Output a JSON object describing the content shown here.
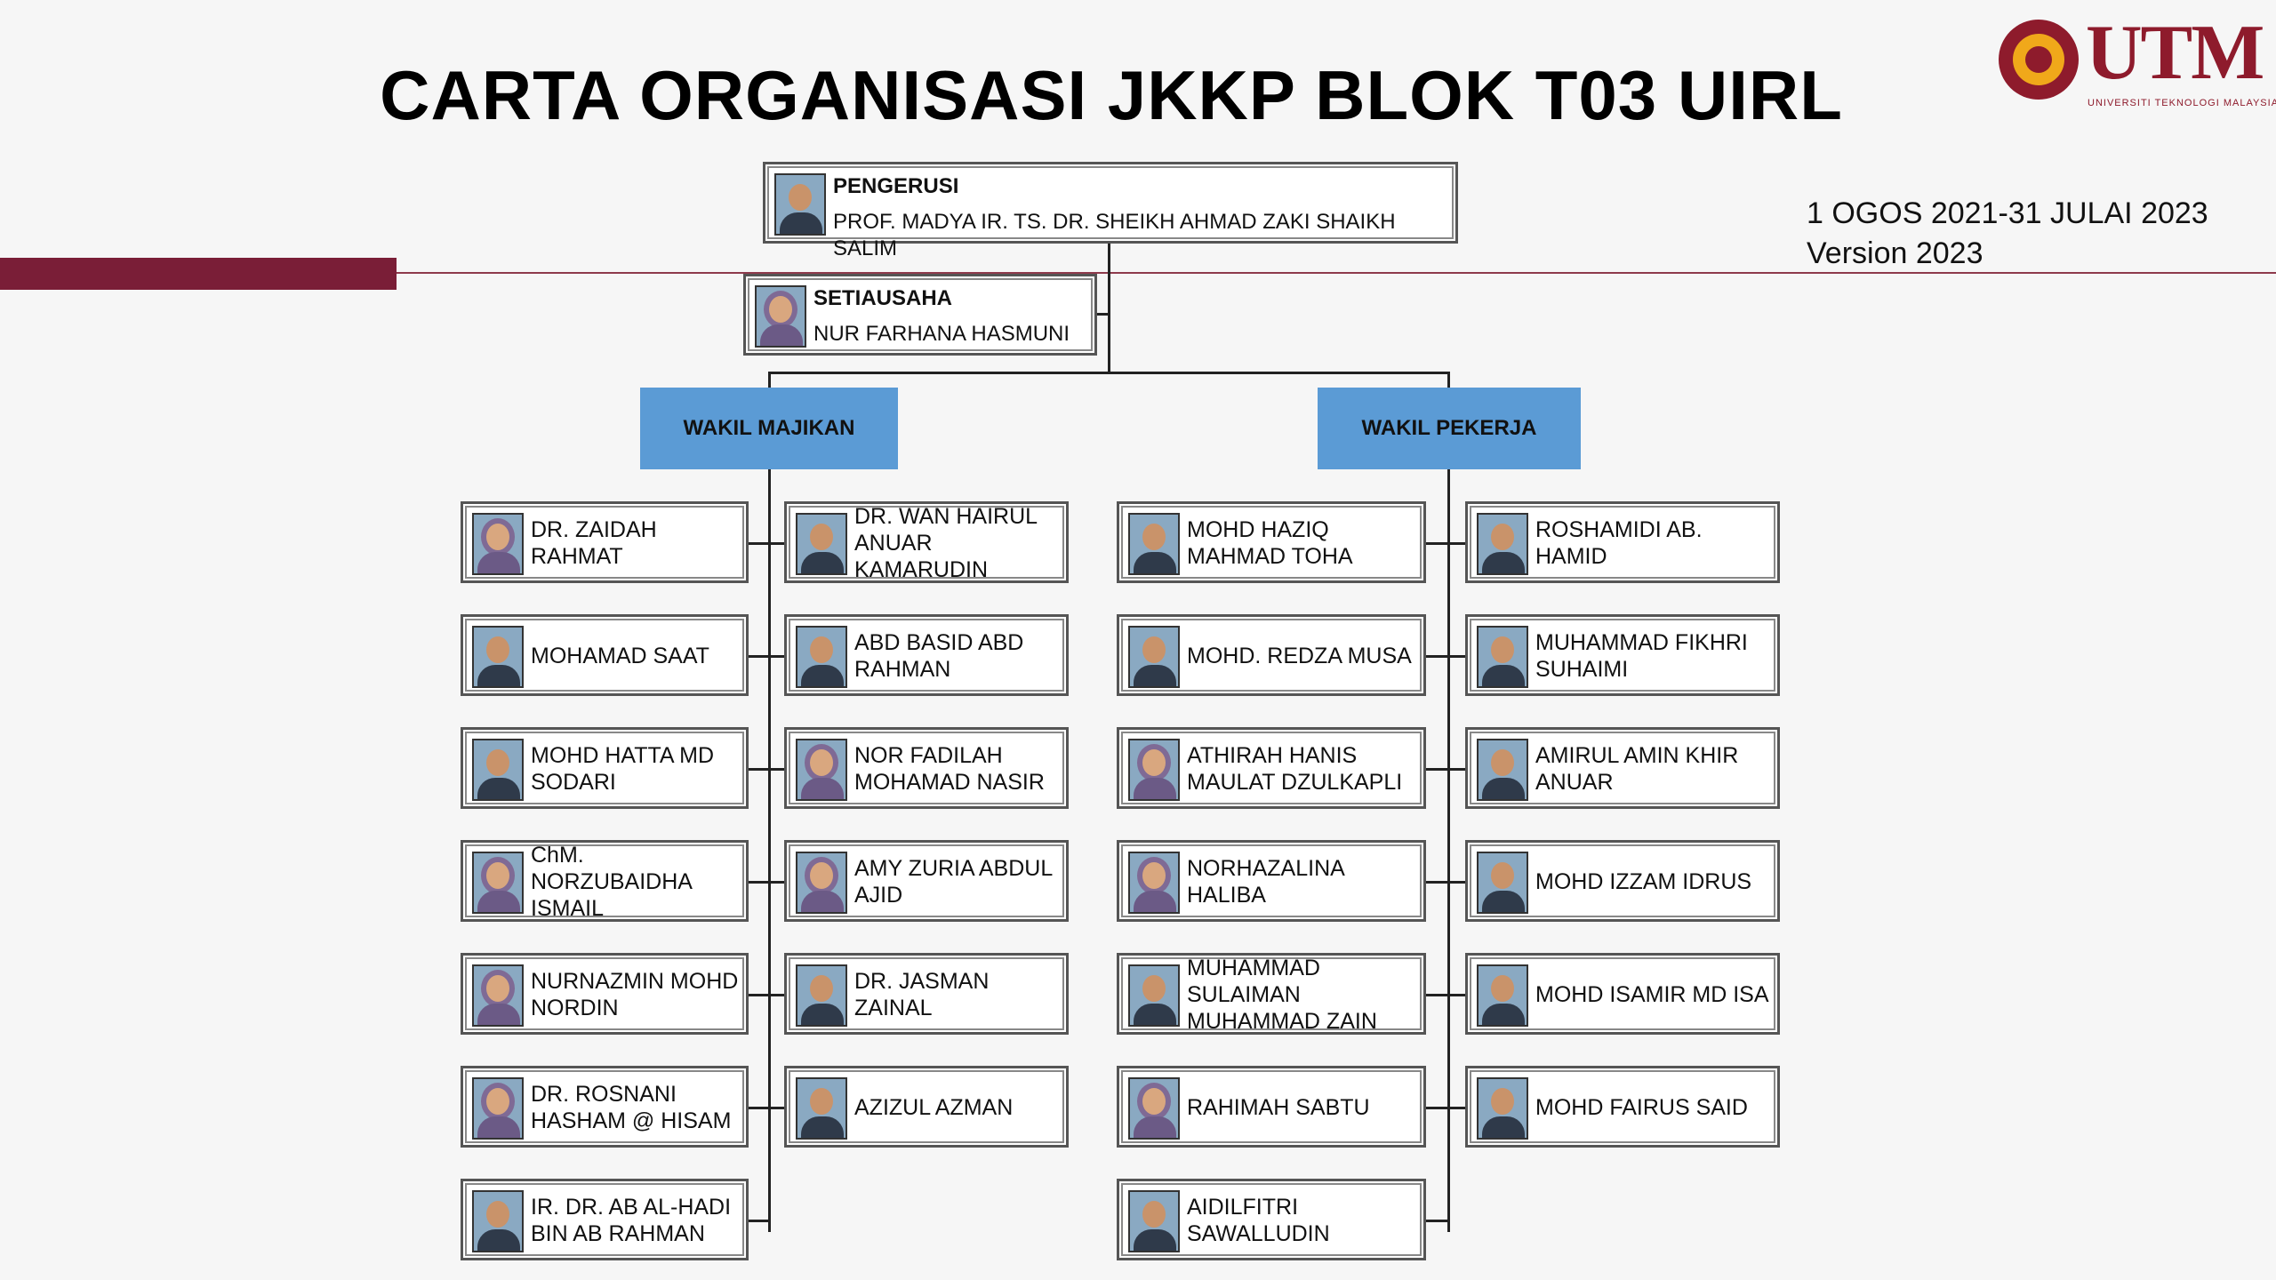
{
  "title": "CARTA ORGANISASI JKKP BLOK T03 UIRL",
  "logo": {
    "wordmark": "UTM",
    "subtext": "UNIVERSITI TEKNOLOGI MALAYSIA"
  },
  "period": {
    "dates": "1 OGOS 2021-31 JULAI 2023",
    "version": "Version 2023"
  },
  "chair": {
    "role": "PENGERUSI",
    "name": "PROF. MADYA IR. TS. DR. SHEIKH AHMAD ZAKI SHAIKH SALIM"
  },
  "secretary": {
    "role": "SETIAUSAHA",
    "name": "NUR FARHANA HASMUNI"
  },
  "employer": {
    "label": "WAKIL MAJIKAN",
    "left": [
      "DR. ZAIDAH RAHMAT",
      "MOHAMAD SAAT",
      "MOHD HATTA MD SODARI",
      "ChM. NORZUBAIDHA ISMAIL",
      "NURNAZMIN MOHD NORDIN",
      "DR. ROSNANI HASHAM @ HISAM",
      "IR. DR. AB AL-HADI BIN AB RAHMAN"
    ],
    "right": [
      "DR. WAN HAIRUL ANUAR KAMARUDIN",
      "ABD BASID ABD RAHMAN",
      "NOR FADILAH MOHAMAD NASIR",
      "AMY ZURIA ABDUL AJID",
      "DR. JASMAN ZAINAL",
      "AZIZUL AZMAN"
    ]
  },
  "employee": {
    "label": "WAKIL PEKERJA",
    "left": [
      "MOHD HAZIQ MAHMAD TOHA",
      "MOHD. REDZA MUSA",
      "ATHIRAH HANIS MAULAT DZULKAPLI",
      "NORHAZALINA HALIBA",
      "MUHAMMAD SULAIMAN MUHAMMAD ZAIN",
      "RAHIMAH SABTU",
      "AIDILFITRI SAWALLUDIN"
    ],
    "right": [
      "ROSHAMIDI AB. HAMID",
      "MUHAMMAD FIKHRI SUHAIMI",
      "AMIRUL AMIN KHIR ANUAR",
      "MOHD IZZAM IDRUS",
      "MOHD ISAMIR MD ISA",
      "MOHD FAIRUS SAID"
    ]
  },
  "colors": {
    "header_fill": "#5b9bd5",
    "accent": "#7a1e37"
  }
}
